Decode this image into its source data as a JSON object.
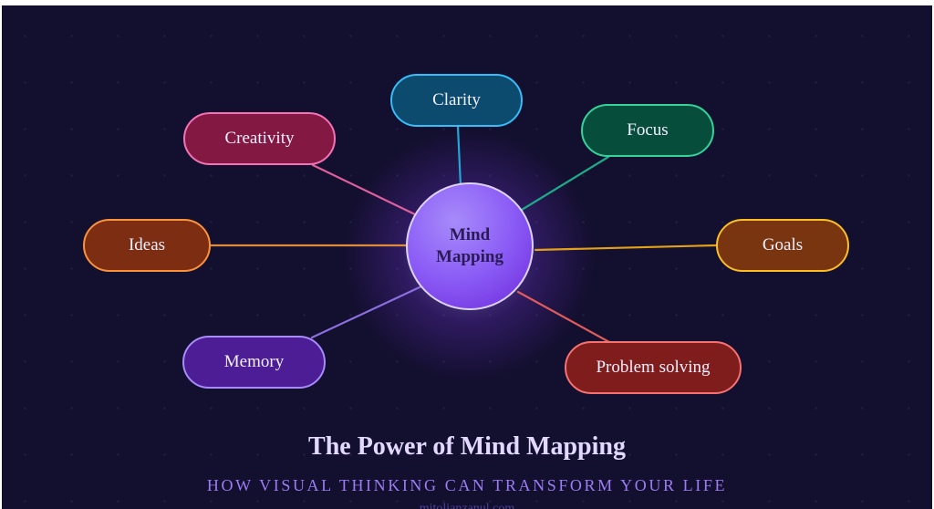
{
  "diagram": {
    "center": {
      "line1": "Mind",
      "line2": "Mapping"
    },
    "nodes": [
      {
        "id": "clarity",
        "label": "Clarity",
        "fill": "#0c4a6e",
        "border": "#38bdf8",
        "line": "#22a7d6"
      },
      {
        "id": "focus",
        "label": "Focus",
        "fill": "#064e3b",
        "border": "#34d399",
        "line": "#1fa989"
      },
      {
        "id": "goals",
        "label": "Goals",
        "fill": "#78350f",
        "border": "#fbbf24",
        "line": "#e3a019"
      },
      {
        "id": "problem-solving",
        "label": "Problem solving",
        "fill": "#7f1d1d",
        "border": "#f87171",
        "line": "#e05c5c"
      },
      {
        "id": "memory",
        "label": "Memory",
        "fill": "#4c1d95",
        "border": "#a78bfa",
        "line": "#8b6fe0"
      },
      {
        "id": "ideas",
        "label": "Ideas",
        "fill": "#7c2d12",
        "border": "#fb923c",
        "line": "#e08a3a"
      },
      {
        "id": "creativity",
        "label": "Creativity",
        "fill": "#831843",
        "border": "#f472b6",
        "line": "#e0609f"
      }
    ]
  },
  "footer": {
    "title": "The Power of Mind Mapping",
    "subtitle": "HOW VISUAL THINKING CAN TRANSFORM YOUR LIFE",
    "site": "mitolianzanul.com"
  }
}
